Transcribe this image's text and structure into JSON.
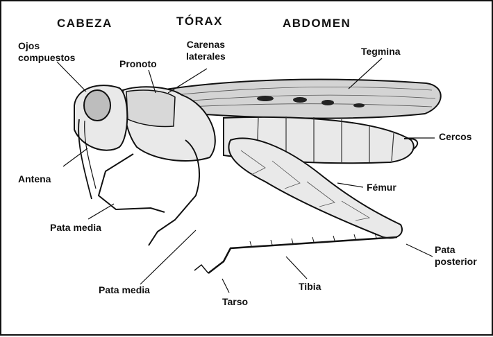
{
  "regions": {
    "head": "CABEZA",
    "thorax": "TÓRAX",
    "abdomen": "ABDOMEN"
  },
  "labels": {
    "compound_eyes_line1": "Ojos",
    "compound_eyes_line2": "compuestos",
    "pronotum": "Pronoto",
    "lateral_carinae_line1": "Carenas",
    "lateral_carinae_line2": "laterales",
    "tegmen": "Tegmina",
    "cerci": "Cercos",
    "antenna": "Antena",
    "femur": "Fémur",
    "middle_leg_upper": "Pata media",
    "middle_leg_lower": "Pata media",
    "hind_leg_line1": "Pata",
    "hind_leg_line2": "posterior",
    "tibia": "Tibia",
    "tarsus": "Tarso"
  },
  "colors": {
    "ink": "#111111",
    "body_fill": "#e9e9e9",
    "wing_fill": "#d4d4d4",
    "background": "#ffffff"
  }
}
